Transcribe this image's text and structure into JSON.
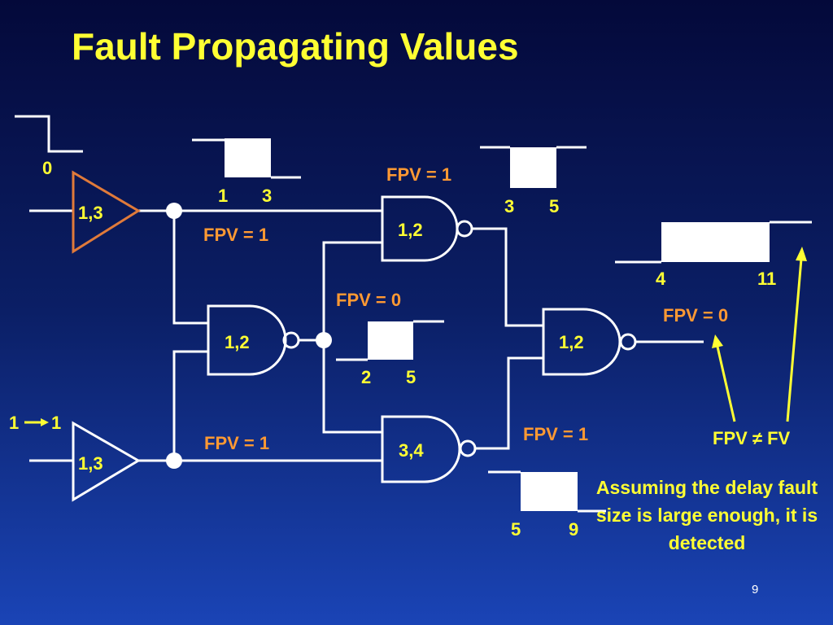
{
  "title": "Fault Propagating Values",
  "page_number": "9",
  "note": "Assuming the delay fault size is large enough, it is detected",
  "colors": {
    "background_top": "#04093a",
    "background_bottom": "#1a44b6",
    "title": "#ffff33",
    "fpv_label": "#ff9933",
    "highlighted_buffer": "#e07a3a",
    "arrows": "#ffff33"
  },
  "buffers": {
    "top": {
      "label": "1,3",
      "input_value": "0"
    },
    "bottom": {
      "label": "1,3",
      "input_from": "1",
      "input_to": "1"
    }
  },
  "gates": {
    "g_top": {
      "label": "1,2"
    },
    "g_mid": {
      "label": "1,2"
    },
    "g_bot": {
      "label": "3,4"
    },
    "g_out": {
      "label": "1,2"
    }
  },
  "fpv_labels": {
    "buffer_top_out": "FPV = 1",
    "buffer_bottom_out": "FPV = 1",
    "g_mid_out": "FPV = 0",
    "g_top_out": "FPV = 1",
    "g_bot_out": "FPV = 1",
    "g_out_out": "FPV = 0",
    "comparison": "FPV ≠ FV"
  },
  "waveforms": {
    "w_top_in": {
      "start": "",
      "end": ""
    },
    "w_buf": {
      "start": "1",
      "end": "3"
    },
    "w_mid": {
      "start": "2",
      "end": "5"
    },
    "w_gtop": {
      "start": "3",
      "end": "5"
    },
    "w_gbot": {
      "start": "5",
      "end": "9"
    },
    "w_out": {
      "start": "4",
      "end": "11"
    }
  }
}
